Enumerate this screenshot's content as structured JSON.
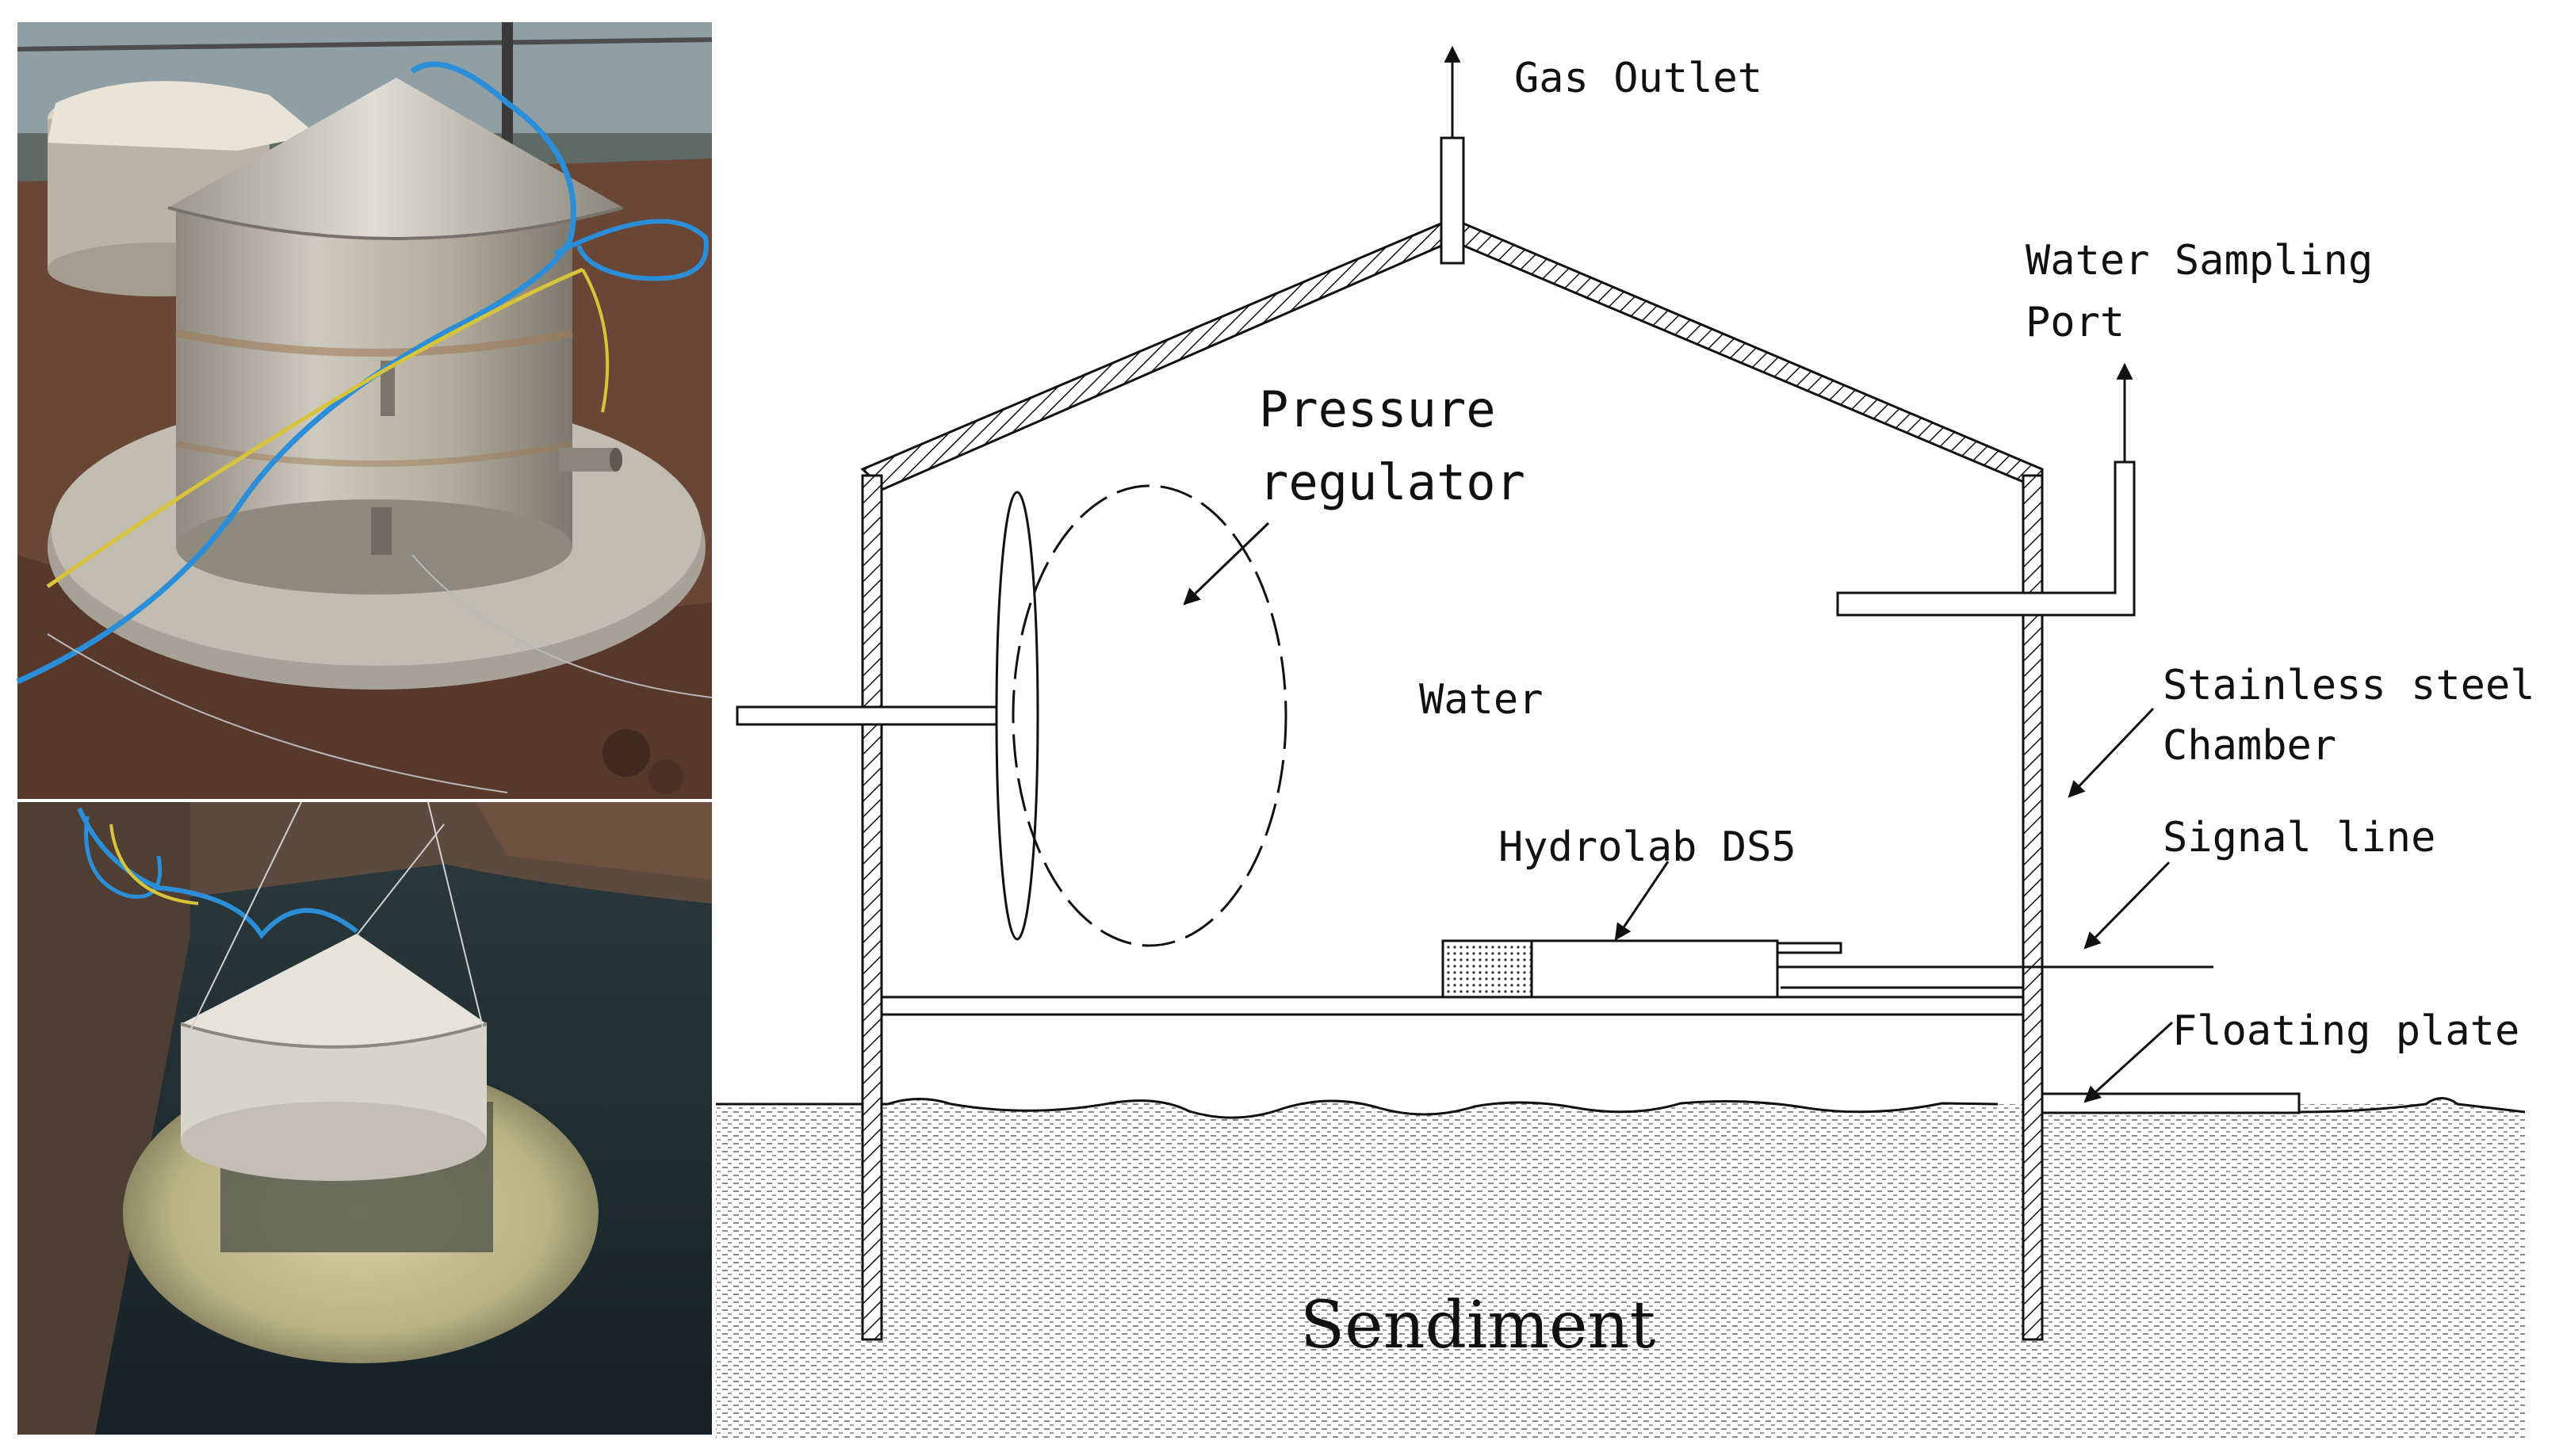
{
  "labels": {
    "gas_outlet": "Gas Outlet",
    "water_sampling_port_line1": "Water Sampling",
    "water_sampling_port_line2": "Port",
    "pressure_regulator_line1": "Pressure",
    "pressure_regulator_line2": "regulator",
    "water": "Water",
    "stainless_steel_line1": "Stainless steel",
    "stainless_steel_line2": "Chamber",
    "hydrolab": "Hydrolab DS5",
    "signal_line": "Signal line",
    "floating_plate": "Floating plate",
    "sediment": "Sendiment"
  },
  "photos": {
    "top": "chamber-on-deck-photo",
    "bottom": "chamber-floating-in-water-photo"
  },
  "colors": {
    "line": "#111111",
    "sediment_dots": "#888888",
    "cable_blue": "#2a8fd8",
    "cable_yellow": "#d8c43a",
    "steel": "#b8b3a8",
    "rust_deck": "#6e4a35",
    "water_dark": "#1f3035"
  }
}
